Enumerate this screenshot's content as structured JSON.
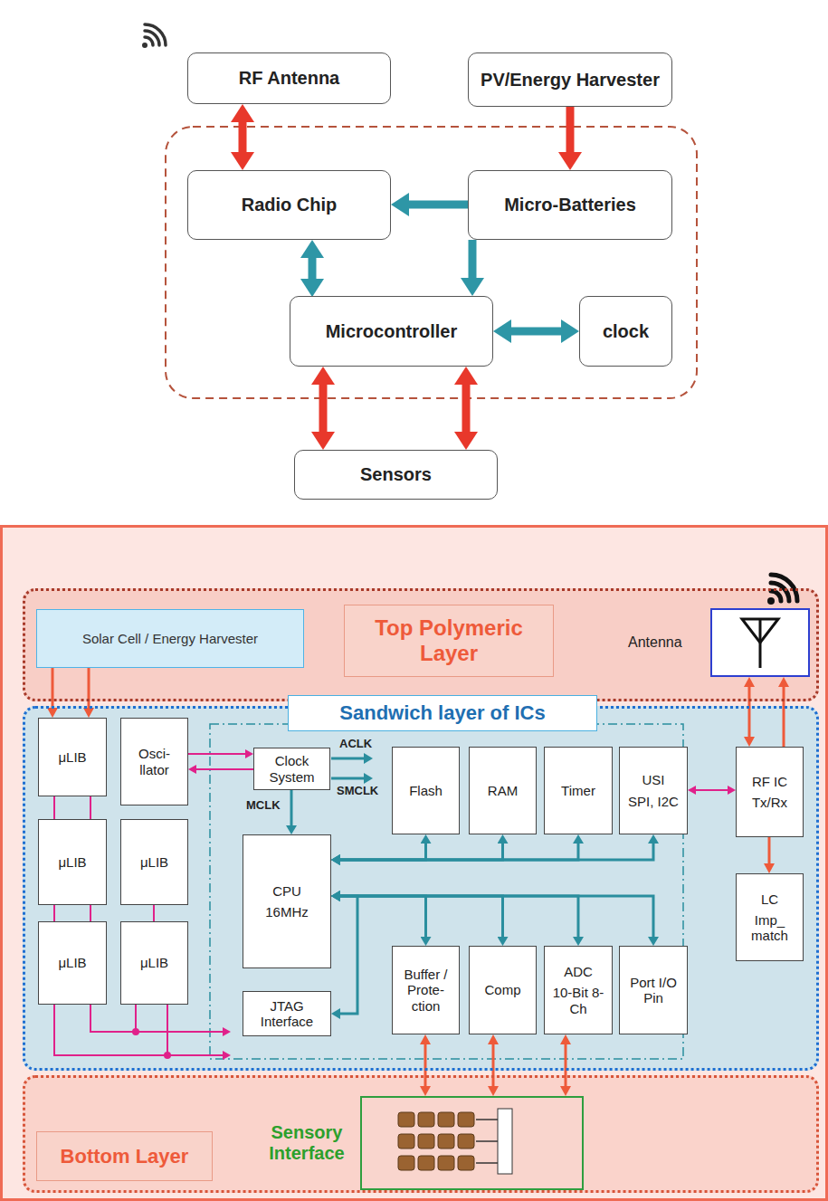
{
  "diagram": {
    "nodes": [
      {
        "text": [
          "RF Antenna"
        ]
      },
      {
        "text": [
          "PV/Energy Harvester"
        ]
      },
      {
        "text": [
          "Radio Chip"
        ]
      },
      {
        "text": [
          "Micro-Batteries"
        ]
      },
      {
        "text": [
          "Microcontroller"
        ]
      },
      {
        "text": [
          "clock"
        ]
      },
      {
        "text": [
          "Sensors"
        ]
      },
      {
        "text": [
          "Top Polymeric Layer"
        ]
      },
      {
        "text": [
          "Solar Cell / Energy Harvester"
        ],
        "in": 7
      },
      {
        "text": [
          "Antenna"
        ],
        "in": 7
      },
      {
        "text": [
          "Sandwich layer of ICs"
        ]
      },
      {
        "text": [
          "μLIB"
        ],
        "in": 10
      },
      {
        "text": [
          "Osci- llator"
        ],
        "in": 10
      },
      {
        "text": [
          "Clock System"
        ],
        "in": 10
      },
      {
        "text": [
          "Flash"
        ],
        "in": 10
      },
      {
        "text": [
          "RAM"
        ],
        "in": 10
      },
      {
        "text": [
          "Timer"
        ],
        "in": 10
      },
      {
        "text": [
          "USI",
          "SPI, I2C"
        ],
        "in": 10
      },
      {
        "text": [
          "RF IC",
          "Tx/Rx"
        ],
        "in": 10
      },
      {
        "text": [
          "μLIB"
        ],
        "in": 10
      },
      {
        "text": [
          "μLIB"
        ],
        "in": 10
      },
      {
        "text": [
          "CPU",
          "16MHz"
        ],
        "in": 10
      },
      {
        "text": [
          "LC",
          "Imp_ match"
        ],
        "in": 10
      },
      {
        "text": [
          "μLIB"
        ],
        "in": 10
      },
      {
        "text": [
          "μLIB"
        ],
        "in": 10
      },
      {
        "text": [
          "JTAG Interface"
        ],
        "in": 10
      },
      {
        "text": [
          "Buffer / Prote- ction"
        ],
        "in": 10
      },
      {
        "text": [
          "Comp"
        ],
        "in": 10
      },
      {
        "text": [
          "ADC",
          "10-Bit 8-Ch"
        ],
        "in": 10
      },
      {
        "text": [
          "Port I/O Pin"
        ],
        "in": 10
      },
      {
        "text": [
          "Bottom Layer"
        ]
      },
      {
        "text": [
          "Sensory Interface"
        ],
        "in": 30
      }
    ],
    "edges": [
      {
        "from": 0,
        "to": 2,
        "arrow": "both"
      },
      {
        "from": 1,
        "to": 3,
        "arrow": "to"
      },
      {
        "from": 3,
        "to": 2,
        "arrow": "to"
      },
      {
        "from": 2,
        "to": 4,
        "arrow": "both"
      },
      {
        "from": 3,
        "to": 4,
        "arrow": "to"
      },
      {
        "from": 4,
        "to": 5,
        "arrow": "both"
      },
      {
        "from": 4,
        "to": 6,
        "arrow": "both"
      },
      {
        "from": 4,
        "to": 6,
        "arrow": "both"
      },
      {
        "from": 8,
        "to": 11,
        "arrow": "to"
      },
      {
        "from": 8,
        "to": 11,
        "arrow": "to"
      },
      {
        "from": 11,
        "to": 19,
        "arrow": "none"
      },
      {
        "from": 11,
        "to": 19,
        "arrow": "none"
      },
      {
        "from": 19,
        "to": 23,
        "arrow": "none"
      },
      {
        "from": 19,
        "to": 23,
        "arrow": "none"
      },
      {
        "from": 20,
        "to": 24,
        "arrow": "none"
      },
      {
        "from": 12,
        "to": 13,
        "arrow": "to"
      },
      {
        "from": 13,
        "to": 12,
        "arrow": "to"
      },
      {
        "from": 13,
        "to": 21,
        "label": "MCLK",
        "arrow": "to"
      },
      {
        "from": 21,
        "to": 14,
        "arrow": "both"
      },
      {
        "from": 21,
        "to": 15,
        "arrow": "both"
      },
      {
        "from": 21,
        "to": 16,
        "arrow": "both"
      },
      {
        "from": 21,
        "to": 17,
        "arrow": "both"
      },
      {
        "from": 21,
        "to": 26,
        "arrow": "both"
      },
      {
        "from": 21,
        "to": 27,
        "arrow": "both"
      },
      {
        "from": 21,
        "to": 28,
        "arrow": "both"
      },
      {
        "from": 21,
        "to": 29,
        "arrow": "both"
      },
      {
        "from": 25,
        "to": 21,
        "arrow": "both"
      },
      {
        "from": 17,
        "to": 18,
        "arrow": "both"
      },
      {
        "from": 18,
        "to": 9,
        "arrow": "both"
      },
      {
        "from": 18,
        "to": 9,
        "arrow": "to"
      },
      {
        "from": 18,
        "to": 22,
        "arrow": "to"
      },
      {
        "from": 26,
        "to": 31,
        "arrow": "both"
      },
      {
        "from": 27,
        "to": 31,
        "arrow": "both"
      },
      {
        "from": 28,
        "to": 31,
        "arrow": "both"
      }
    ],
    "labels": [
      "ACLK",
      "SMCLK"
    ]
  }
}
